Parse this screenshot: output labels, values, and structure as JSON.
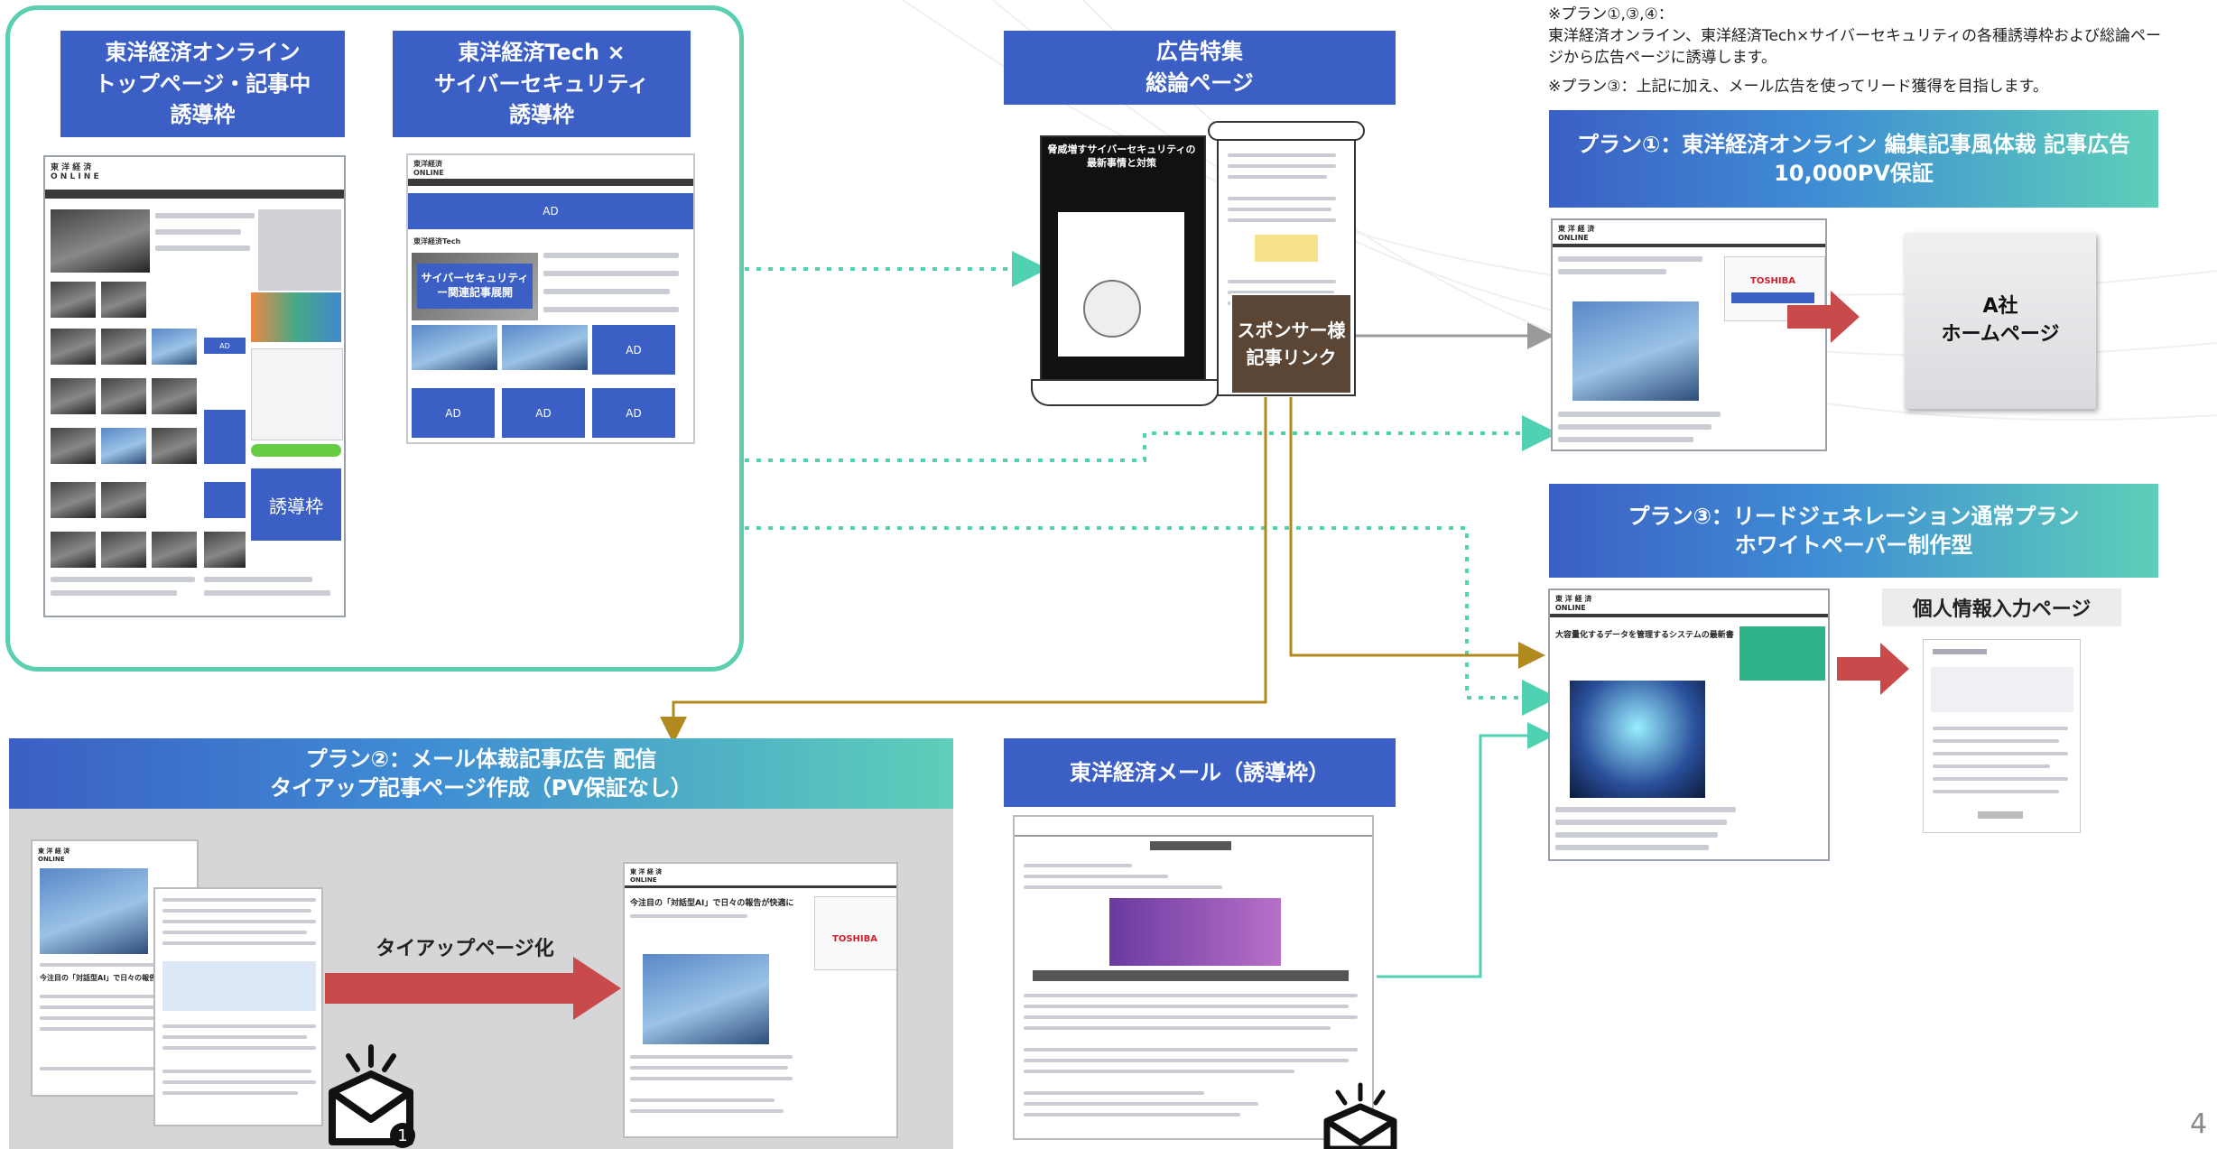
{
  "notes": {
    "line1": "※プラン①,③,④：",
    "line2": "東洋経済オンライン、東洋経済Tech×サイバーセキュリティの各種誘導枠および総論ペー",
    "line3": "ジから広告ページに誘導します。",
    "line4": "※プラン③：上記に加え、メール広告を使ってリード獲得を目指します。"
  },
  "toyokeizai_online": {
    "header_lines": [
      "東洋経済オンライン",
      "トップページ・記事中",
      "誘導枠"
    ],
    "guidance_label": "誘導枠"
  },
  "tech_cyber": {
    "header_lines": [
      "東洋経済Tech ×",
      "サイバーセキュリティ",
      "誘導枠"
    ],
    "banner_title": "サイバーセキュリティー関連記事展開",
    "ad_label": "AD"
  },
  "feature": {
    "header_lines": [
      "広告特集",
      "総論ページ"
    ],
    "article_title": "脅威増すサイバーセキュリティの最新事情と対策",
    "sponsor_lines": [
      "スポンサー様",
      "記事リンク"
    ]
  },
  "plan1": {
    "header_lines": [
      "プラン①：東洋経済オンライン 編集記事風体裁 記事広告",
      "10,000PV保証"
    ],
    "company_lines": [
      "A社",
      "ホームページ"
    ],
    "sponsor_logo": "TOSHIBA"
  },
  "plan3": {
    "header_lines": [
      "プラン③：リードジェネレーション通常プラン",
      "ホワイトペーパー制作型"
    ],
    "personal_info_label": "個人情報入力ページ",
    "article_headline": "大容量化するデータを管理するシステムの最新書"
  },
  "plan2": {
    "header_lines": [
      "プラン②：メール体裁記事広告 配信",
      "タイアップ記事ページ作成（PV保証なし）"
    ],
    "tieup_label": "タイアップページ化",
    "article_headline": "今注目の「対話型AI」で日々の報告が快適に",
    "sponsor_logo": "TOSHIBA"
  },
  "mail": {
    "header": "東洋経済メール（誘導枠）"
  },
  "page_number": "4",
  "colors": {
    "navy": "#3b5fc4",
    "teal_frame": "#5ccfb0",
    "arrow_red": "#c94a4a",
    "gold_line": "#b08a1e",
    "gray_line": "#9a9a9a",
    "teal_line": "#4fd1b2"
  }
}
